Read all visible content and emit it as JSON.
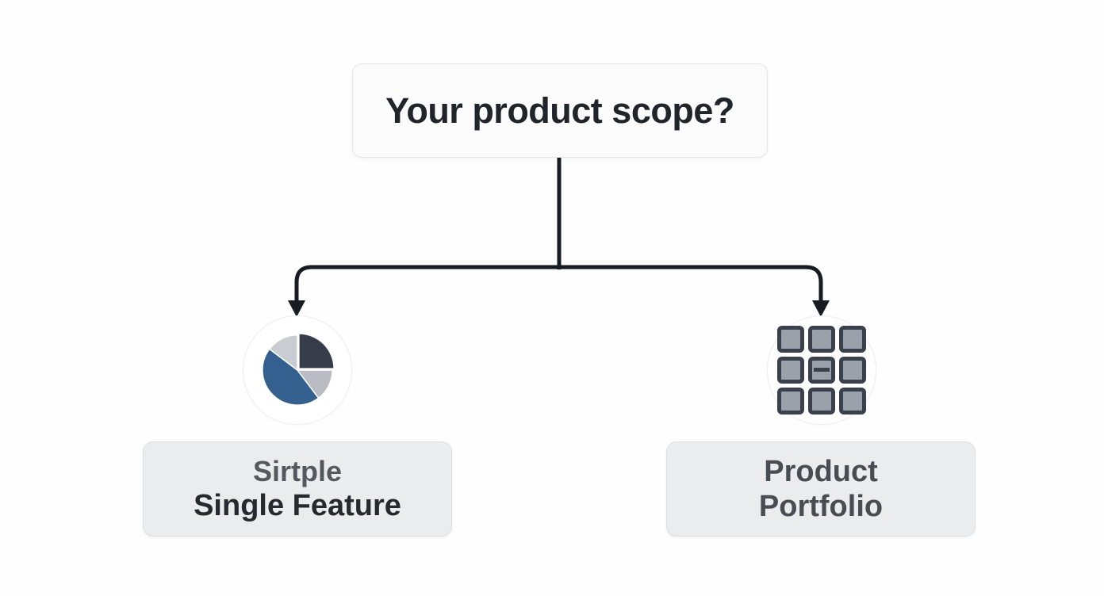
{
  "diagram": {
    "root_label": "Your product scope?",
    "options": [
      {
        "id": "single-feature",
        "icon": "pie-chart-icon",
        "line1": "Sirtple",
        "line2": "Single Feature"
      },
      {
        "id": "product-portfolio",
        "icon": "grid-icon",
        "line1": "Product",
        "line2": "Portfolio"
      }
    ],
    "colors": {
      "background": "#fefefe",
      "connector": "#171b22",
      "root_box_bg": "#fbfbfc",
      "root_box_border": "#e4e5e7",
      "option_box_bg": "#ebeced",
      "option_box_border": "#dfe0e2",
      "pie_dark": "#363c49",
      "pie_blue": "#33608e",
      "pie_gray": "#b9bdc3",
      "pie_light_gray": "#c9ccd1",
      "grid_border": "#3a414d",
      "grid_fill": "#9aa1ab"
    },
    "pie_slices": [
      {
        "name": "dark-quarter",
        "start_deg": 0,
        "end_deg": 90,
        "color": "#363c49"
      },
      {
        "name": "gray",
        "start_deg": 90,
        "end_deg": 143,
        "color": "#b9bdc3"
      },
      {
        "name": "blue",
        "start_deg": 143,
        "end_deg": 307,
        "color": "#33608e"
      },
      {
        "name": "light-gray",
        "start_deg": 307,
        "end_deg": 360,
        "color": "#c9ccd1"
      }
    ]
  }
}
